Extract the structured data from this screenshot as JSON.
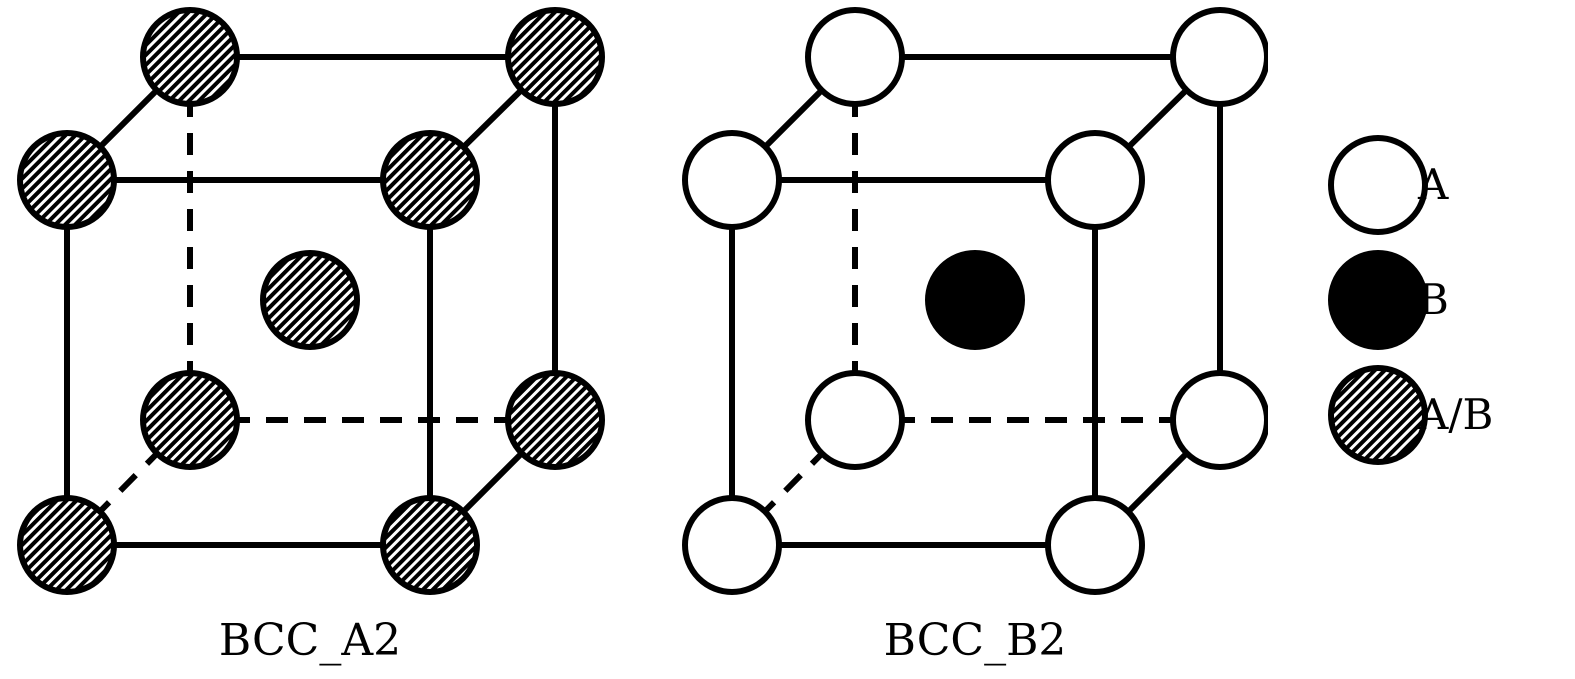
{
  "figures": [
    {
      "id": "a2",
      "label": "BCC_A2",
      "corner_atom": "hatched",
      "center_atom": "hatched"
    },
    {
      "id": "b2",
      "label": "BCC_B2",
      "corner_atom": "white",
      "center_atom": "black"
    }
  ],
  "legend": [
    {
      "symbol": "white",
      "label": "A"
    },
    {
      "symbol": "black",
      "label": "B"
    },
    {
      "symbol": "hatched",
      "label": "A/B"
    }
  ],
  "colors": {
    "stroke": "#000000",
    "background": "#ffffff"
  }
}
